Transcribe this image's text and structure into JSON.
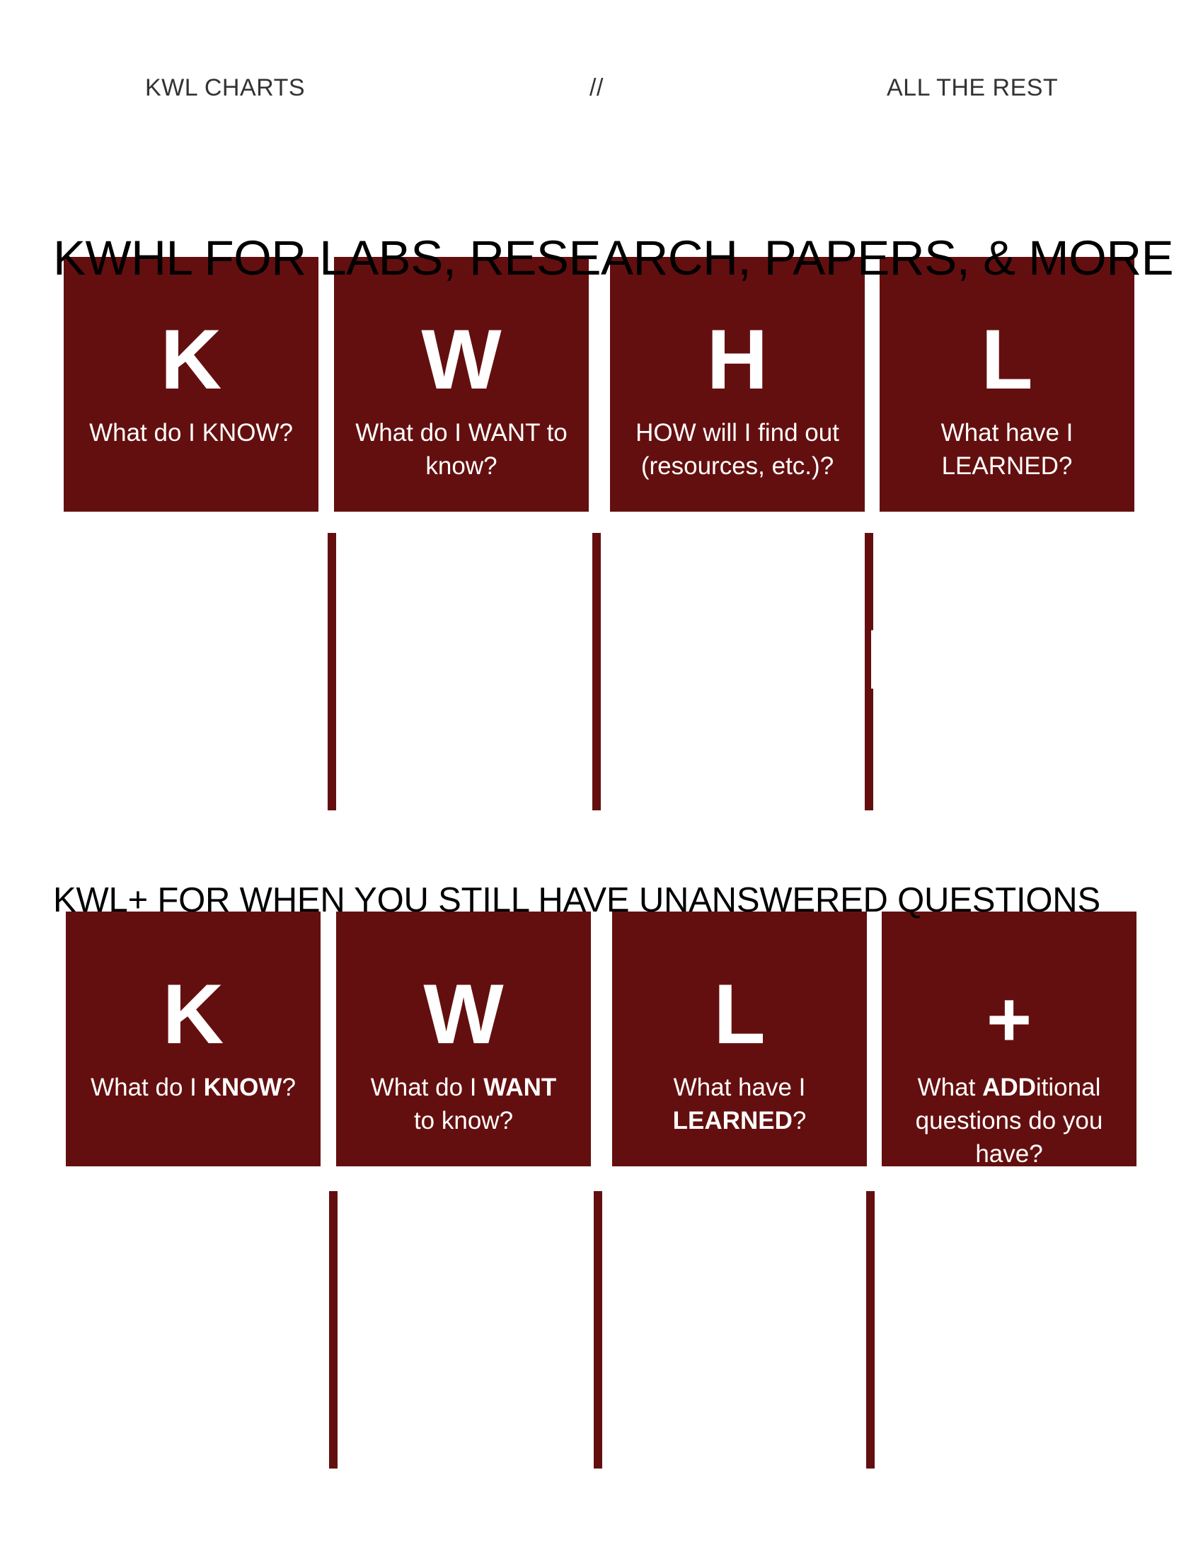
{
  "header": {
    "left": "KWL CHARTS",
    "separator": "//",
    "right": "ALL THE REST"
  },
  "kwhl": {
    "title": "KWHL FOR LABS, RESEARCH, PAPERS, & MORE",
    "boxes": [
      {
        "letter": "K",
        "desc": "What do I KNOW?"
      },
      {
        "letter": "W",
        "desc": "What do I WANT to know?"
      },
      {
        "letter": "H",
        "desc": "HOW will I find out (resources, etc.)?"
      },
      {
        "letter": "L",
        "desc": "What have I LEARNED?"
      }
    ]
  },
  "kwl_plus": {
    "title": "KWL+ FOR WHEN YOU STILL HAVE UNANSWERED QUESTIONS",
    "boxes": [
      {
        "letter": "K",
        "desc_pre": "What do I ",
        "desc_bold": "KNOW",
        "desc_post": "?"
      },
      {
        "letter": "W",
        "desc_pre": "What do I ",
        "desc_bold": "WANT",
        "desc_post": " to know?"
      },
      {
        "letter": "L",
        "desc_pre": "What have I ",
        "desc_bold": "LEARNED",
        "desc_post": "?"
      },
      {
        "letter": "+",
        "desc_pre": "What ",
        "desc_bold": "ADD",
        "desc_post": "itional questions do you have?"
      }
    ]
  },
  "colors": {
    "box_fill": "#640f0f",
    "box_text": "#ffffff",
    "background": "#ffffff"
  }
}
